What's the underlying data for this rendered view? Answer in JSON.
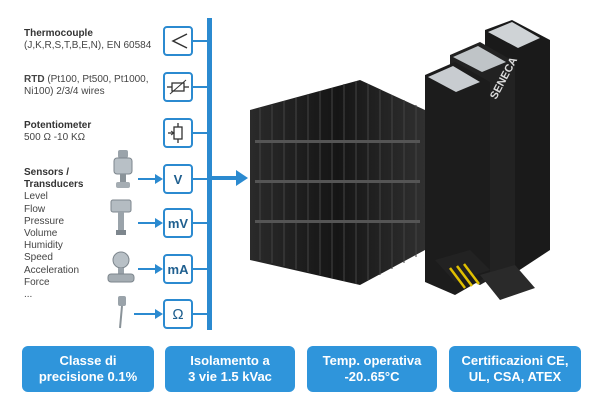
{
  "inputs": {
    "thermocouple": {
      "title": "Thermocouple",
      "line1": "(J,K,R,S,T,B,E,N), EN 60584"
    },
    "rtd": {
      "title": "RTD",
      "line1": "(Pt100, Pt500,  Pt1000,",
      "line2": "Ni100)  2/3/4 wires"
    },
    "potentiometer": {
      "title": "Potentiometer",
      "line1": "500 Ω -10 KΩ"
    },
    "sensors": {
      "title1": "Sensors /",
      "title2": "Transducers",
      "items": [
        "Level",
        "Flow",
        "Pressure",
        "Volume",
        "Humidity",
        "Speed",
        "Acceleration",
        "Force",
        "..."
      ]
    }
  },
  "symbols": {
    "thermocouple_icon": "thermocouple-icon",
    "rtd_icon": "rtd-icon",
    "potentiometer_icon": "potentiometer-icon",
    "voltage": "V",
    "millivolt": "mV",
    "milliamp": "mA",
    "ohm": "Ω"
  },
  "product_label": "SENECA",
  "badges": [
    {
      "line1": "Classe di",
      "line2": "precisione 0.1%"
    },
    {
      "line1": "Isolamento a",
      "line2": "3 vie 1.5 kVac"
    },
    {
      "line1": "Temp. operativa",
      "line2": "-20..65°C"
    },
    {
      "line1": "Certificazioni CE,",
      "line2": "UL, CSA, ATEX"
    }
  ],
  "colors": {
    "accent": "#2f95db",
    "line": "#2b8ad0",
    "module": "#1c1c1c"
  }
}
